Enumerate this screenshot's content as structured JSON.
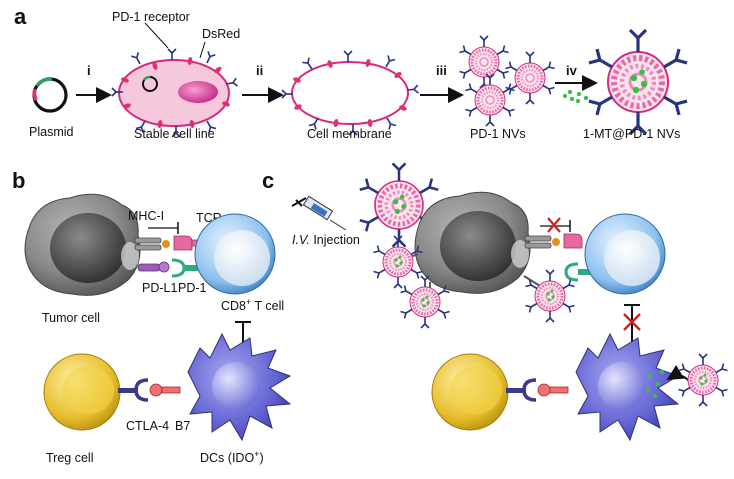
{
  "panels": {
    "a": "a",
    "b": "b",
    "c": "c"
  },
  "panel_a": {
    "steps": [
      "i",
      "ii",
      "iii",
      "iv"
    ],
    "labels": {
      "plasmid": "Plasmid",
      "stable_cell_line": "Stable cell line",
      "cell_membrane": "Cell membrane",
      "pd1_nvs": "PD-1 NVs",
      "mt_pd1_nvs": "1-MT@PD-1 NVs",
      "pd1_receptor": "PD-1 receptor",
      "dsred": "DsRed"
    }
  },
  "panel_b": {
    "mhc_i": "MHC-I",
    "tcr": "TCR",
    "pd_l1": "PD-L1",
    "pd_1": "PD-1",
    "tumor_cell": "Tumor cell",
    "cd8_prefix": "CD8",
    "cd8_sup": "+",
    "cd8_suffix": " T cell",
    "ctla4": "CTLA-4",
    "b7": "B7",
    "treg_cell": "Treg cell",
    "dcs_prefix": "DCs (IDO",
    "dcs_sup": "+",
    "dcs_suffix": ")"
  },
  "panel_c": {
    "injection_italic": "I.V.",
    "injection_rest": " Injection"
  },
  "colors": {
    "membrane": "#d6297f",
    "cell_fill": "#f6c8dc",
    "receptor": "#27357f",
    "dsred": "#e0306f",
    "tumor": "#707070",
    "tcell": "#6aa8df",
    "dc": "#5b5dc8",
    "treg": "#e4be2a",
    "drug": "#38c043",
    "inhibit": "#cc2222"
  }
}
